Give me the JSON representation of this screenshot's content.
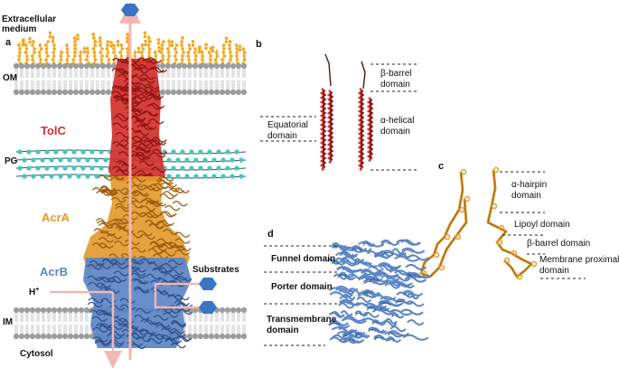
{
  "colors": {
    "tolc": "#d3302c",
    "acra": "#e39a2e",
    "acrb": "#5b86c7",
    "lps": "#f3a81e",
    "lipid_head": "#9c9c9c",
    "pg_bead": "#49c3c1",
    "substrate": "#3a74c4",
    "arrow": "#f1b7b3"
  },
  "panel_a": {
    "letter": "a",
    "extracellular": "Extracellular\nmedium",
    "om": "OM",
    "pg": "PG",
    "im": "IM",
    "cytosol": "Cytosol",
    "tolc": "TolC",
    "acra": "AcrA",
    "acrb": "AcrB",
    "substrates": "Substrates",
    "proton": "H",
    "proton_sup": "+"
  },
  "panel_b": {
    "letter": "b",
    "beta_barrel": "β-barrel\ndomain",
    "alpha_helical": "α-helical\ndomain",
    "equatorial": "Equatorial\ndomain"
  },
  "panel_c": {
    "letter": "c",
    "alpha_hairpin": "α-hairpin\ndomain",
    "lipoyl": "Lipoyl domain",
    "beta_barrel": "β-barrel domain",
    "membrane_proximal": "Membrane proximal\ndomain"
  },
  "panel_d": {
    "letter": "d",
    "funnel": "Funnel domain",
    "porter": "Porter domain",
    "transmembrane": "Transmembrane\ndomain"
  }
}
